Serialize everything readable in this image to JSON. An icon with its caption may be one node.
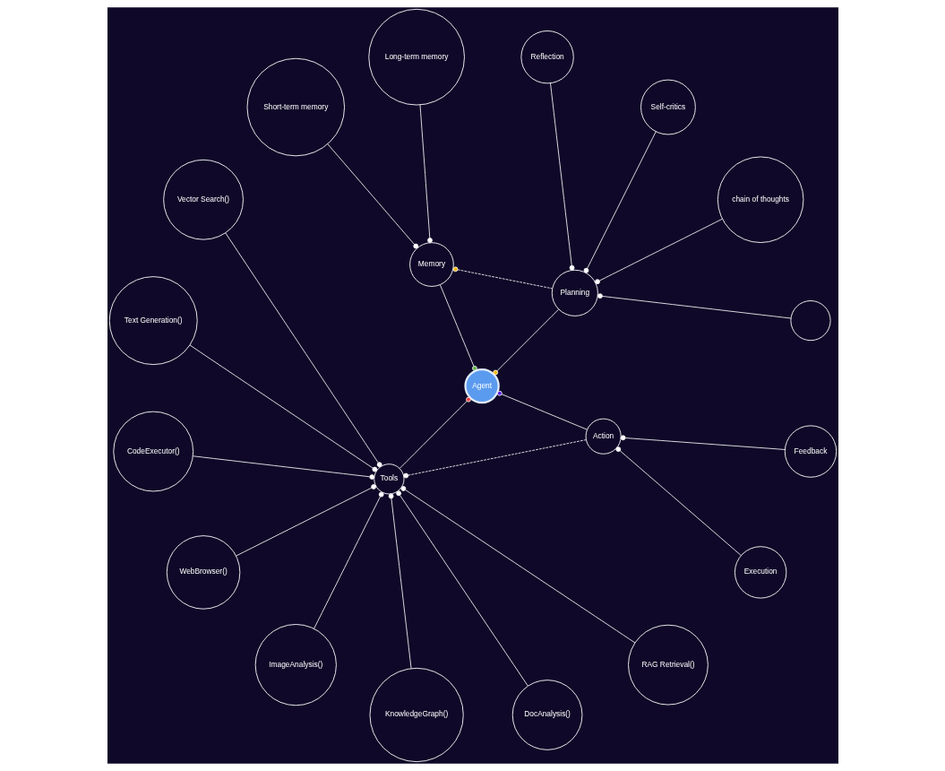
{
  "diagram": {
    "nodes": [
      {
        "text": [
          "Agent"
        ]
      },
      {
        "text": [
          "Memory"
        ]
      },
      {
        "text": [
          "Short-term memory"
        ]
      },
      {
        "text": [
          "Long-term memory"
        ]
      },
      {
        "text": [
          "Planning"
        ]
      },
      {
        "text": [
          "Reflection"
        ]
      },
      {
        "text": [
          "Self-critics"
        ]
      },
      {
        "text": [
          "chain of thoughts"
        ]
      },
      {
        "text": [],
        "shape": "circle"
      },
      {
        "text": [
          "Action"
        ]
      },
      {
        "text": [
          "Execution"
        ]
      },
      {
        "text": [
          "Feedback"
        ]
      },
      {
        "text": [
          "Tools"
        ]
      },
      {
        "text": [
          "Vector Search()"
        ]
      },
      {
        "text": [
          "Text Generation()"
        ]
      },
      {
        "text": [
          "CodeExecutor()"
        ]
      },
      {
        "text": [
          "WebBrowser()"
        ]
      },
      {
        "text": [
          "ImageAnalysis()"
        ]
      },
      {
        "text": [
          "KnowledgeGraph()"
        ]
      },
      {
        "text": [
          "DocAnalysis()"
        ]
      },
      {
        "text": [
          "RAG Retrieval()"
        ]
      }
    ],
    "edges": [
      {
        "from": 0,
        "to": 1,
        "arrow": "other"
      },
      {
        "from": 0,
        "to": 12,
        "arrow": "other"
      },
      {
        "from": 0,
        "to": 4,
        "arrow": "other"
      },
      {
        "from": 0,
        "to": 9,
        "arrow": "other"
      },
      {
        "from": 1,
        "to": 2,
        "arrow": "other"
      },
      {
        "from": 1,
        "to": 3,
        "arrow": "other"
      },
      {
        "from": 1,
        "to": 4,
        "arrow": "other",
        "style": "dashed"
      },
      {
        "from": 12,
        "to": 13,
        "arrow": "other"
      },
      {
        "from": 12,
        "to": 14,
        "arrow": "other"
      },
      {
        "from": 12,
        "to": 15,
        "arrow": "other"
      },
      {
        "from": 12,
        "to": 16,
        "arrow": "other"
      },
      {
        "from": 12,
        "to": 17,
        "arrow": "other"
      },
      {
        "from": 12,
        "to": 18,
        "arrow": "other"
      },
      {
        "from": 12,
        "to": 19,
        "arrow": "other"
      },
      {
        "from": 12,
        "to": 20,
        "arrow": "other"
      },
      {
        "from": 12,
        "to": 9,
        "arrow": "other",
        "style": "dashed"
      },
      {
        "from": 4,
        "to": 5,
        "arrow": "other"
      },
      {
        "from": 4,
        "to": 6,
        "arrow": "other"
      },
      {
        "from": 4,
        "to": 7,
        "arrow": "other"
      },
      {
        "from": 4,
        "to": 8,
        "arrow": "other"
      },
      {
        "from": 9,
        "to": 10,
        "arrow": "other"
      },
      {
        "from": 9,
        "to": 11,
        "arrow": "other"
      }
    ]
  }
}
